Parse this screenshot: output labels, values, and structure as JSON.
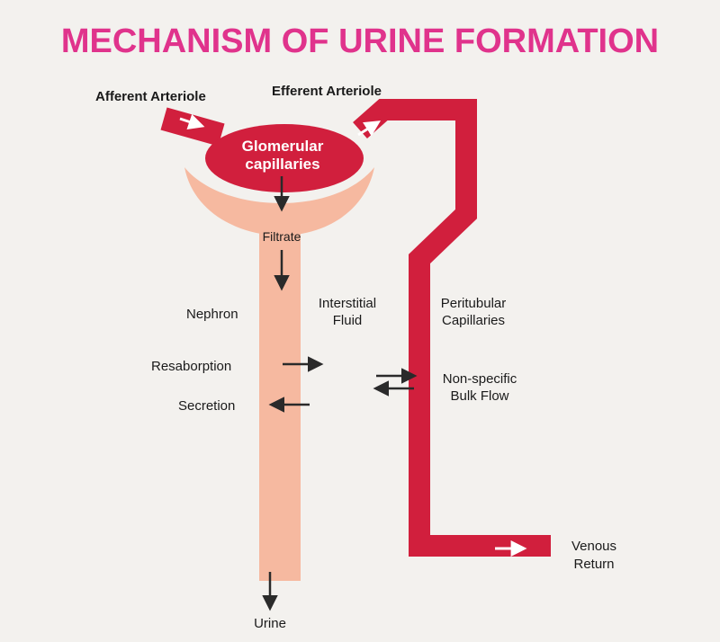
{
  "title": "MECHANISM OF URINE FORMATION",
  "labels": {
    "afferent": "Afferent Arteriole",
    "efferent": "Efferent Arteriole",
    "glomerular_line1": "Glomerular",
    "glomerular_line2": "capillaries",
    "filtrate": "Filtrate",
    "nephron": "Nephron",
    "interstitial_line1": "Interstitial",
    "interstitial_line2": "Fluid",
    "peritubular_line1": "Peritubular",
    "peritubular_line2": "Capillaries",
    "resaborption": "Resaborption",
    "secretion": "Secretion",
    "bulk_line1": "Non-specific",
    "bulk_line2": "Bulk Flow",
    "venous_line1": "Venous",
    "venous_line2": "Return",
    "urine": "Urine"
  },
  "colors": {
    "title": "#e0338c",
    "vessel": "#d11f3d",
    "nephron": "#f6b9a0",
    "text": "#1a1a1a",
    "arrow": "#2a2a2a"
  }
}
